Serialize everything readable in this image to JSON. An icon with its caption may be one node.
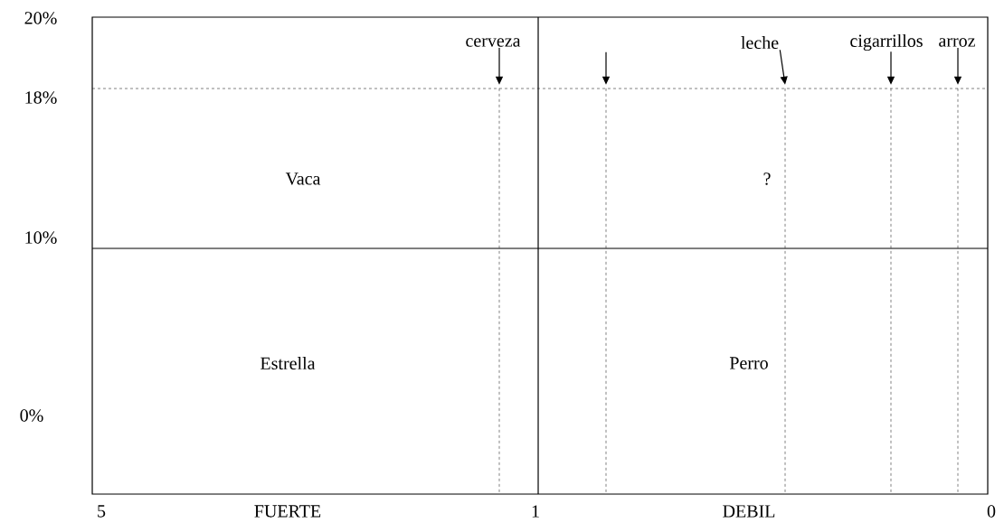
{
  "diagram": {
    "nodes": [
      {
        "text": [
          "cerveza"
        ]
      },
      {
        "text": [
          "leche"
        ]
      },
      {
        "text": [
          "cigarrillos"
        ]
      },
      {
        "text": [
          "arroz"
        ]
      },
      {
        "text": [],
        "shape": "line"
      },
      {
        "text": [],
        "shape": "line"
      },
      {
        "text": [],
        "shape": "line"
      },
      {
        "text": [],
        "shape": "line"
      },
      {
        "text": [],
        "shape": "line"
      }
    ],
    "edges": [
      {
        "from": 0,
        "to": 4,
        "arrow": "to"
      },
      {
        "from": null,
        "to": 5,
        "arrow": "to"
      },
      {
        "from": 1,
        "to": 6,
        "arrow": "to"
      },
      {
        "from": 2,
        "to": 7,
        "arrow": "to"
      },
      {
        "from": 3,
        "to": 8,
        "arrow": "to"
      }
    ],
    "labels": [
      "20%",
      "18%",
      "Vaca",
      "?",
      "10%",
      "Estrella",
      "Perro",
      "0%",
      "5",
      "FUERTE",
      "1",
      "DEBIL",
      "0"
    ]
  }
}
